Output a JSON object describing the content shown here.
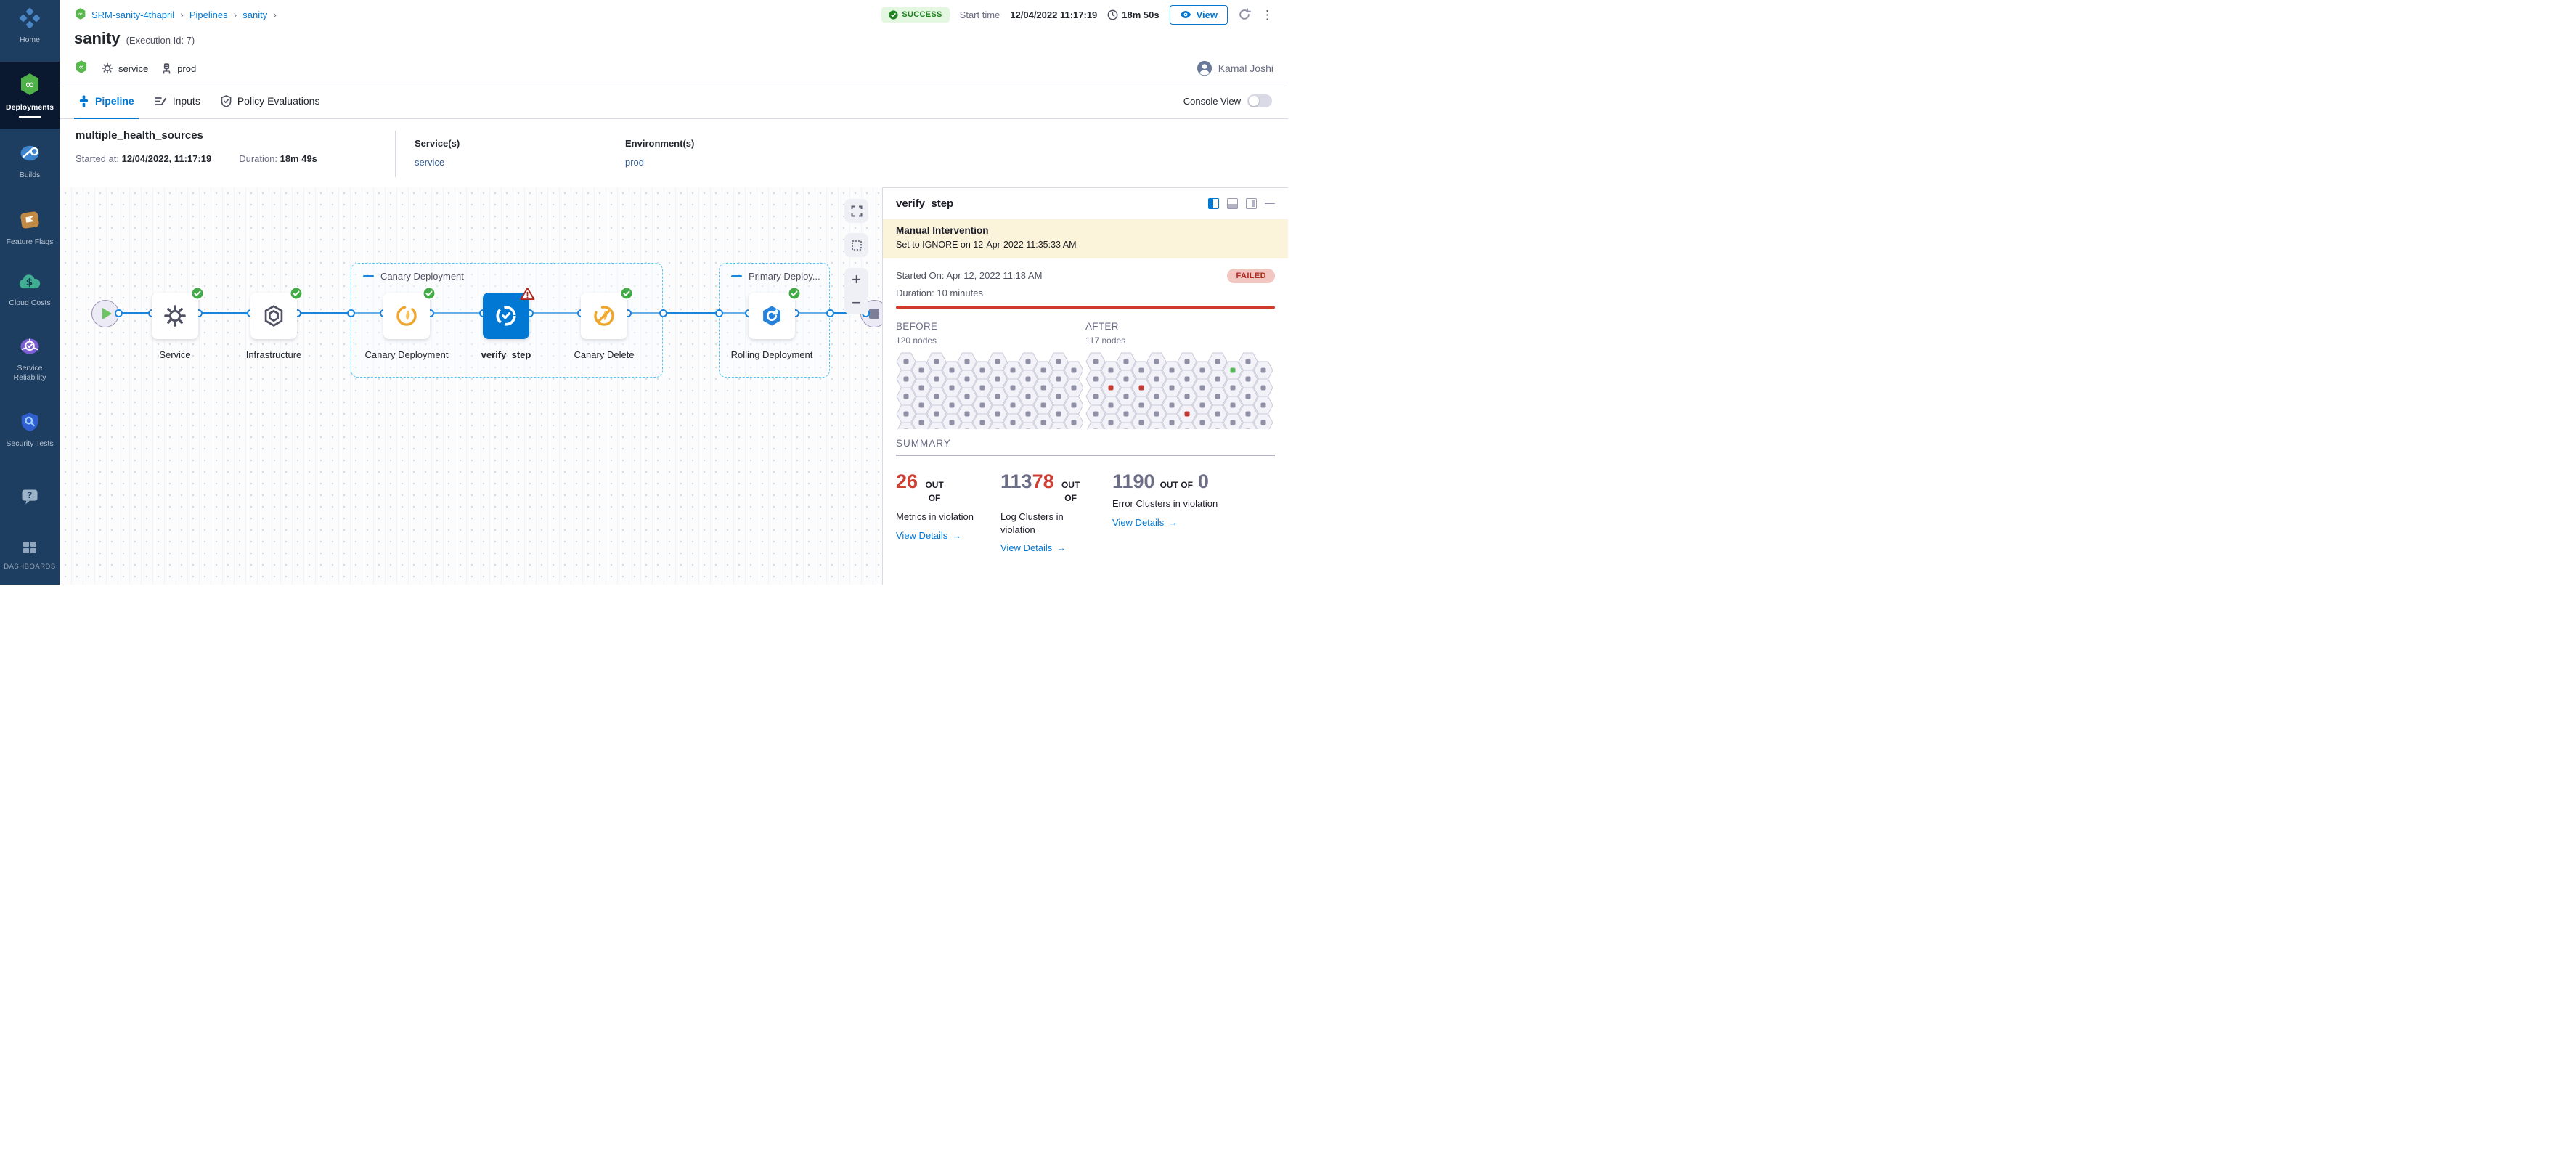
{
  "colors": {
    "accent": "#0278d5",
    "success": "#42ab45",
    "fail": "#cf3e32",
    "sidebar": "#1d3d61"
  },
  "sidebar": {
    "items": [
      {
        "id": "home",
        "label": "Home"
      },
      {
        "id": "deployments",
        "label": "Deployments",
        "active": true
      },
      {
        "id": "builds",
        "label": "Builds"
      },
      {
        "id": "feature-flags",
        "label": "Feature Flags"
      },
      {
        "id": "cloud-costs",
        "label": "Cloud Costs"
      },
      {
        "id": "service-reliability",
        "label": "Service Reliability"
      },
      {
        "id": "security-tests",
        "label": "Security Tests"
      },
      {
        "id": "dashboards",
        "label": "DASHBOARDS"
      }
    ]
  },
  "breadcrumb": {
    "project": "SRM-sanity-4thapril",
    "section": "Pipelines",
    "item": "sanity"
  },
  "run": {
    "title": "sanity",
    "execution_id": "(Execution Id: 7)",
    "service_tag": "service",
    "env_tag": "prod",
    "status": "SUCCESS",
    "start_time_label": "Start time",
    "start_time": "12/04/2022 11:17:19",
    "duration": "18m 50s",
    "view_label": "View",
    "user": "Kamal Joshi"
  },
  "tabs": {
    "pipeline": "Pipeline",
    "inputs": "Inputs",
    "policy": "Policy Evaluations",
    "console_label": "Console View"
  },
  "stage": {
    "name": "multiple_health_sources",
    "started_label": "Started at:",
    "started_value": "12/04/2022, 11:17:19",
    "duration_label": "Duration:",
    "duration_value": "18m 49s",
    "services_label": "Service(s)",
    "service_value": "service",
    "environments_label": "Environment(s)",
    "environment_value": "prod"
  },
  "pipeline_graph": {
    "groups": [
      {
        "label": "Canary Deployment"
      },
      {
        "label": "Primary Deploy..."
      }
    ],
    "nodes": [
      {
        "label": "Service",
        "status": "success"
      },
      {
        "label": "Infrastructure",
        "status": "success"
      },
      {
        "label": "Canary Deployment",
        "status": "success"
      },
      {
        "label": "verify_step",
        "status": "warning",
        "selected": true
      },
      {
        "label": "Canary Delete",
        "status": "success"
      },
      {
        "label": "Rolling Deployment",
        "status": "success"
      }
    ]
  },
  "panel": {
    "title": "verify_step",
    "banner_title": "Manual Intervention",
    "banner_text": "Set to IGNORE on 12-Apr-2022 11:35:33 AM",
    "started": "Started On: Apr 12, 2022 11:18 AM",
    "duration": "Duration: 10 minutes",
    "status": "FAILED",
    "before_label": "BEFORE",
    "before_nodes": "120 nodes",
    "after_label": "AFTER",
    "after_nodes": "117 nodes",
    "grid": {
      "cols": 12,
      "rows": 5,
      "hex_fill": "#f2f2f8",
      "hex_stroke": "#c9cad8",
      "dot_gray": "#8f90a5",
      "dot_red": "#c23b32",
      "dot_green": "#57b857",
      "before_special": [],
      "after_special": [
        {
          "col": 1,
          "row": 1,
          "color": "red"
        },
        {
          "col": 3,
          "row": 1,
          "color": "red"
        },
        {
          "col": 6,
          "row": 3,
          "color": "red"
        },
        {
          "col": 9,
          "row": 0,
          "color": "green"
        }
      ]
    },
    "summary_label": "SUMMARY",
    "cards": [
      {
        "prefix": "",
        "value": "26",
        "out": "OUT OF",
        "suffix": "",
        "label": "Metrics in violation",
        "link": "View Details"
      },
      {
        "prefix": "113",
        "value": "78",
        "out": "OUT OF",
        "suffix": "",
        "label": "Log Clusters in violation",
        "link": "View Details"
      },
      {
        "prefix": "1190",
        "value": "",
        "out": "OUT OF",
        "suffix": "0",
        "label": "Error Clusters in violation",
        "link": "View Details"
      }
    ]
  }
}
